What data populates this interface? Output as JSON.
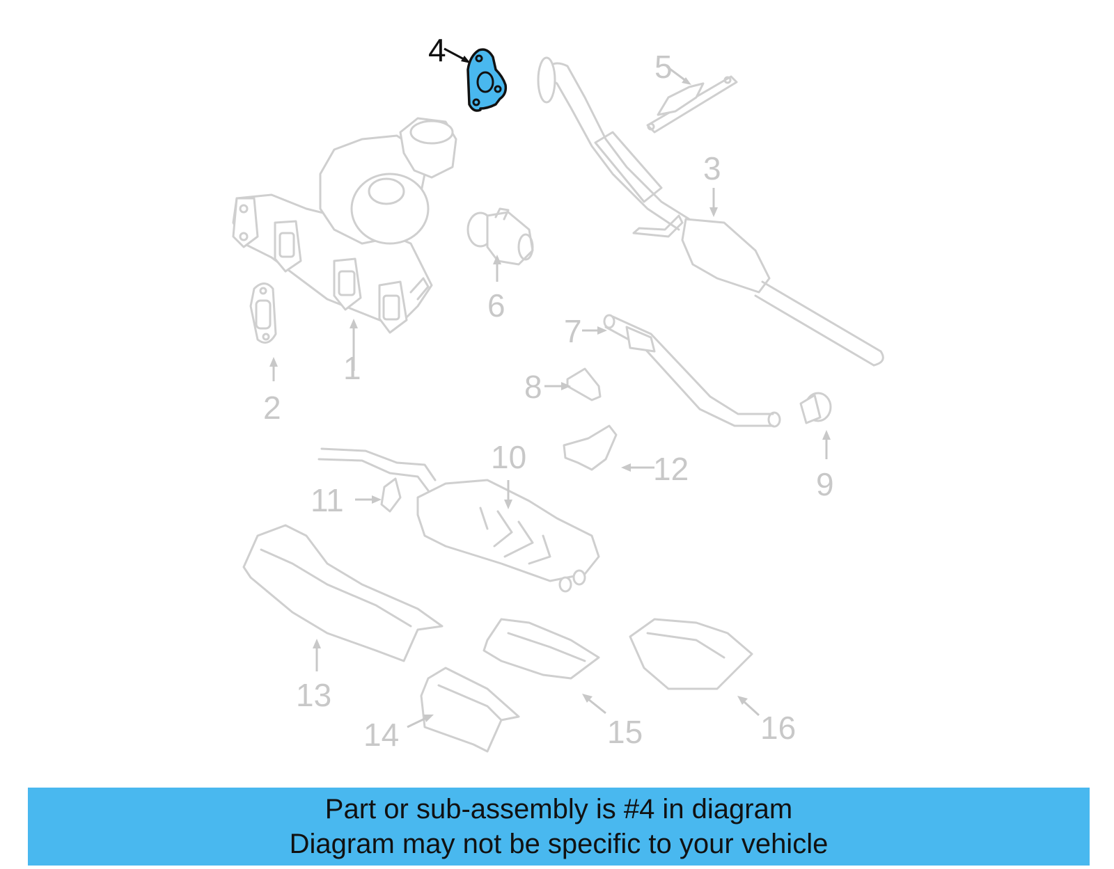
{
  "diagram": {
    "highlighted_part": "4",
    "highlight_color": "#49b8ef",
    "callouts": [
      {
        "id": "1",
        "label": "1"
      },
      {
        "id": "2",
        "label": "2"
      },
      {
        "id": "3",
        "label": "3"
      },
      {
        "id": "4",
        "label": "4"
      },
      {
        "id": "5",
        "label": "5"
      },
      {
        "id": "6",
        "label": "6"
      },
      {
        "id": "7",
        "label": "7"
      },
      {
        "id": "8",
        "label": "8"
      },
      {
        "id": "9",
        "label": "9"
      },
      {
        "id": "10",
        "label": "10"
      },
      {
        "id": "11",
        "label": "11"
      },
      {
        "id": "12",
        "label": "12"
      },
      {
        "id": "13",
        "label": "13"
      },
      {
        "id": "14",
        "label": "14"
      },
      {
        "id": "15",
        "label": "15"
      },
      {
        "id": "16",
        "label": "16"
      }
    ]
  },
  "caption": {
    "line1": "Part or sub-assembly is #4 in diagram",
    "line2": "Diagram may not be specific to your vehicle",
    "background": "#49b8ef"
  }
}
